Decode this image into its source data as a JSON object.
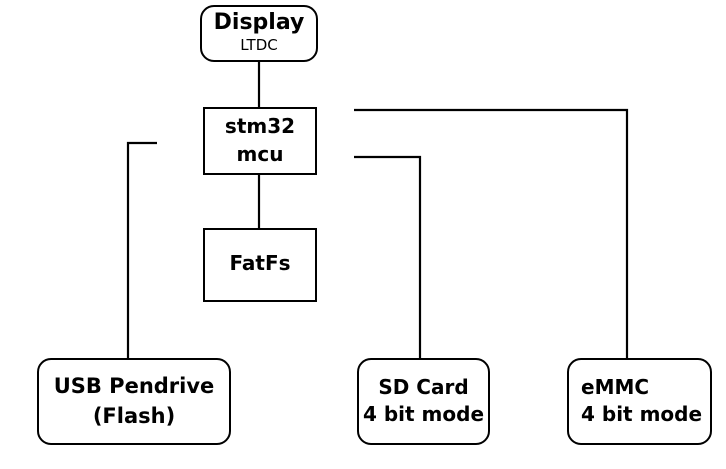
{
  "diagram": {
    "title": "STM32 storage architecture block diagram",
    "background_color": "#ffffff",
    "line_color": "#000000",
    "text_color": "#000000",
    "nodes": [
      {
        "id": "display",
        "shape": "rounded-rectangle",
        "line1": "Display",
        "line2": "LTDC"
      },
      {
        "id": "mcu",
        "shape": "rectangle",
        "line1": "stm32",
        "line2": "mcu"
      },
      {
        "id": "fatfs",
        "shape": "rectangle",
        "line1": "FatFs",
        "line2": ""
      },
      {
        "id": "usb",
        "shape": "rounded-rectangle",
        "line1": "USB Pendrive",
        "line2": "(Flash)"
      },
      {
        "id": "sd",
        "shape": "rounded-rectangle",
        "line1": "SD Card",
        "line2": "4 bit mode"
      },
      {
        "id": "emmc",
        "shape": "rounded-rectangle",
        "line1": "eMMC",
        "line2": "4 bit mode"
      }
    ],
    "connectors": [
      {
        "id": "display-to-mcu",
        "from": "display",
        "to": "mcu"
      },
      {
        "id": "mcu-to-fatfs",
        "from": "mcu",
        "to": "fatfs"
      },
      {
        "id": "mcu-to-usb",
        "from": "mcu",
        "to": "usb"
      },
      {
        "id": "mcu-to-sd",
        "from": "mcu",
        "to": "sd"
      },
      {
        "id": "mcu-to-emmc",
        "from": "mcu",
        "to": "emmc"
      }
    ]
  }
}
